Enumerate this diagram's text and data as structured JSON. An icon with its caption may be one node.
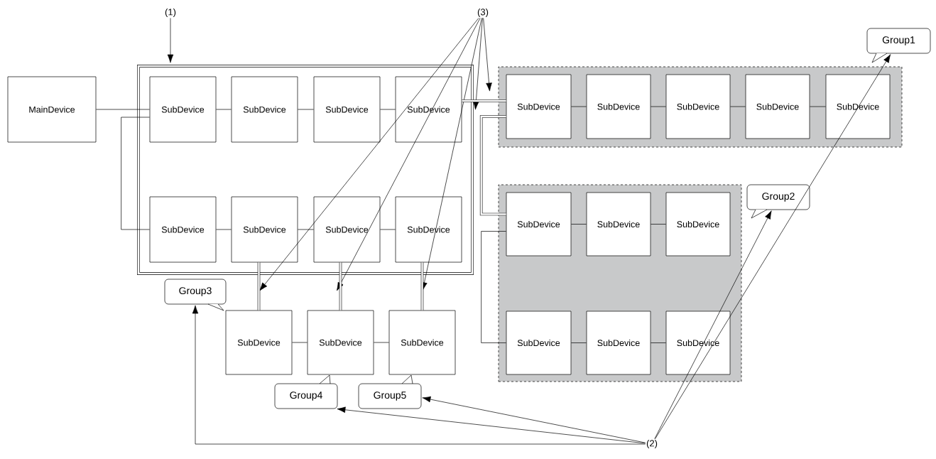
{
  "diagram": {
    "nodes": [
      {
        "text": [
          "(1)"
        ]
      },
      {
        "text": [
          "(3)"
        ]
      },
      {
        "text": [
          "Group1"
        ]
      },
      {
        "text": [
          "MainDevice"
        ]
      },
      {
        "text": [],
        "shape": "box"
      },
      {
        "text": [
          "SubDevice"
        ],
        "in": 4
      },
      {
        "text": [
          "SubDevice"
        ],
        "in": 4
      },
      {
        "text": [
          "SubDevice"
        ],
        "in": 4
      },
      {
        "text": [
          "SubDevice"
        ],
        "in": 4
      },
      {
        "text": [
          "SubDevice"
        ],
        "in": 4
      },
      {
        "text": [
          "SubDevice"
        ],
        "in": 4
      },
      {
        "text": [
          "SubDevice"
        ],
        "in": 4
      },
      {
        "text": [
          "SubDevice"
        ],
        "in": 4
      },
      {
        "text": [],
        "shape": "box"
      },
      {
        "text": [
          "SubDevice"
        ],
        "in": 13
      },
      {
        "text": [
          "SubDevice"
        ],
        "in": 13
      },
      {
        "text": [
          "SubDevice"
        ],
        "in": 13
      },
      {
        "text": [
          "SubDevice"
        ],
        "in": 13
      },
      {
        "text": [
          "SubDevice"
        ],
        "in": 13
      },
      {
        "text": [
          "Group2"
        ]
      },
      {
        "text": [],
        "shape": "box"
      },
      {
        "text": [
          "SubDevice"
        ],
        "in": 20
      },
      {
        "text": [
          "SubDevice"
        ],
        "in": 20
      },
      {
        "text": [
          "SubDevice"
        ],
        "in": 20
      },
      {
        "text": [
          "SubDevice"
        ],
        "in": 20
      },
      {
        "text": [
          "SubDevice"
        ],
        "in": 20
      },
      {
        "text": [
          "SubDevice"
        ],
        "in": 20
      },
      {
        "text": [
          "Group3"
        ]
      },
      {
        "text": [
          "SubDevice"
        ]
      },
      {
        "text": [
          "SubDevice"
        ]
      },
      {
        "text": [
          "SubDevice"
        ]
      },
      {
        "text": [
          "Group4"
        ]
      },
      {
        "text": [
          "Group5"
        ]
      },
      {
        "text": [
          "(2)"
        ]
      }
    ],
    "edges": [
      {
        "from": 0,
        "to": 4,
        "arrow": "to"
      },
      {
        "from": 1,
        "to": 13,
        "arrow": "to"
      },
      {
        "from": 1,
        "to": 4,
        "arrow": "to"
      },
      {
        "from": 1,
        "to": 4,
        "arrow": "to"
      },
      {
        "from": 1,
        "to": 4,
        "arrow": "to"
      },
      {
        "from": 1,
        "to": 4,
        "arrow": "to"
      },
      {
        "from": 3,
        "to": 5,
        "arrow": "none"
      },
      {
        "from": 5,
        "to": 6,
        "arrow": "none"
      },
      {
        "from": 6,
        "to": 7,
        "arrow": "none"
      },
      {
        "from": 7,
        "to": 8,
        "arrow": "none"
      },
      {
        "from": 5,
        "to": 9,
        "arrow": "none"
      },
      {
        "from": 9,
        "to": 10,
        "arrow": "none"
      },
      {
        "from": 10,
        "to": 11,
        "arrow": "none"
      },
      {
        "from": 11,
        "to": 12,
        "arrow": "none"
      },
      {
        "from": 8,
        "to": 14,
        "arrow": "none",
        "style": "thick"
      },
      {
        "from": 14,
        "to": 15,
        "arrow": "none"
      },
      {
        "from": 15,
        "to": 16,
        "arrow": "none"
      },
      {
        "from": 16,
        "to": 17,
        "arrow": "none"
      },
      {
        "from": 17,
        "to": 18,
        "arrow": "none"
      },
      {
        "from": 14,
        "to": 21,
        "arrow": "none",
        "style": "thick"
      },
      {
        "from": 21,
        "to": 22,
        "arrow": "none"
      },
      {
        "from": 22,
        "to": 23,
        "arrow": "none"
      },
      {
        "from": 21,
        "to": 24,
        "arrow": "none"
      },
      {
        "from": 24,
        "to": 25,
        "arrow": "none"
      },
      {
        "from": 25,
        "to": 26,
        "arrow": "none"
      },
      {
        "from": 10,
        "to": 28,
        "arrow": "none",
        "style": "thick"
      },
      {
        "from": 11,
        "to": 29,
        "arrow": "none",
        "style": "thick"
      },
      {
        "from": 12,
        "to": 30,
        "arrow": "none",
        "style": "thick"
      },
      {
        "from": 28,
        "to": 29,
        "arrow": "none"
      },
      {
        "from": 29,
        "to": 30,
        "arrow": "none"
      },
      {
        "from": 33,
        "to": 2,
        "arrow": "to"
      },
      {
        "from": 33,
        "to": 19,
        "arrow": "to"
      },
      {
        "from": 33,
        "to": 27,
        "arrow": "to"
      },
      {
        "from": 33,
        "to": 31,
        "arrow": "to"
      },
      {
        "from": 33,
        "to": 32,
        "arrow": "to"
      }
    ]
  }
}
